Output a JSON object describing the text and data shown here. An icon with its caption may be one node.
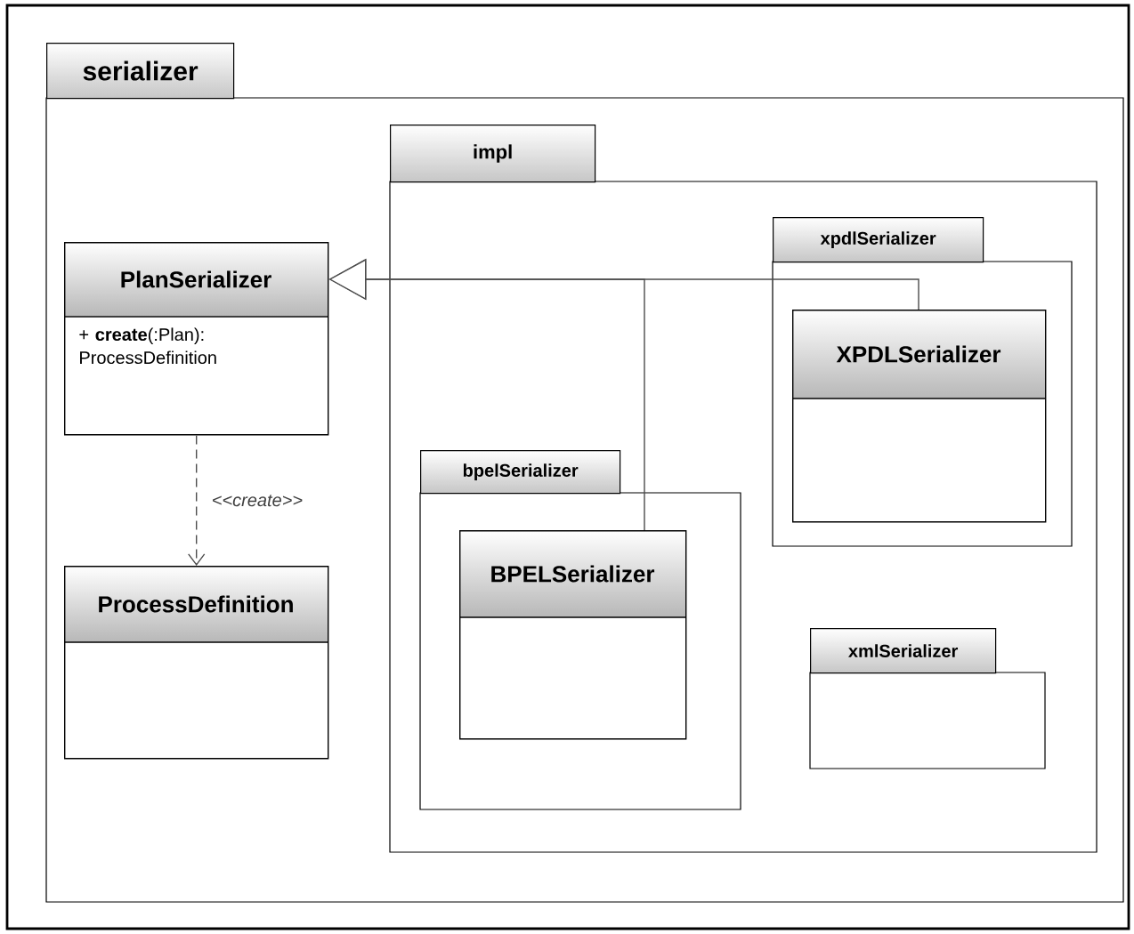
{
  "diagram": {
    "nodes": [
      {
        "text": [
          "serializer"
        ]
      },
      {
        "text": [
          "impl"
        ],
        "in": 0
      },
      {
        "text": [
          "PlanSerializer",
          "+ **create**(:Plan): ProcessDefinition"
        ],
        "in": 0
      },
      {
        "text": [
          "ProcessDefinition"
        ],
        "in": 0
      },
      {
        "text": [
          "xpdlSerializer"
        ],
        "in": 1
      },
      {
        "text": [
          "XPDLSerializer"
        ],
        "in": 4
      },
      {
        "text": [
          "bpelSerializer"
        ],
        "in": 1
      },
      {
        "text": [
          "BPELSerializer"
        ],
        "in": 6
      },
      {
        "text": [
          "xmlSerializer"
        ],
        "in": 1
      }
    ],
    "edges": [
      {
        "from": 5,
        "to": 2,
        "arrow": "to"
      },
      {
        "from": 7,
        "to": 2,
        "arrow": "to"
      },
      {
        "from": 2,
        "to": 3,
        "arrow": "to",
        "style": "dashed",
        "label": "<<create>>"
      }
    ]
  }
}
